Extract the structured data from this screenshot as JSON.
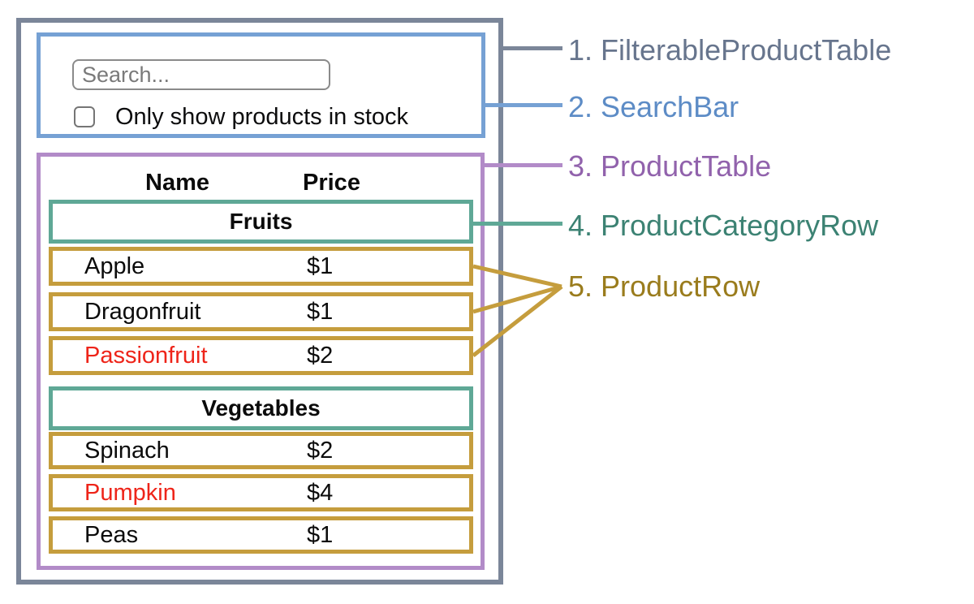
{
  "search_bar": {
    "search_placeholder": "Search...",
    "checkbox_label": "Only show products in stock",
    "checkbox_checked": false
  },
  "table": {
    "headers": {
      "name": "Name",
      "price": "Price"
    },
    "sections": [
      {
        "category": "Fruits",
        "rows": [
          {
            "name": "Apple",
            "price": "$1",
            "out_of_stock": false
          },
          {
            "name": "Dragonfruit",
            "price": "$1",
            "out_of_stock": false
          },
          {
            "name": "Passionfruit",
            "price": "$2",
            "out_of_stock": true
          }
        ]
      },
      {
        "category": "Vegetables",
        "rows": [
          {
            "name": "Spinach",
            "price": "$2",
            "out_of_stock": false
          },
          {
            "name": "Pumpkin",
            "price": "$4",
            "out_of_stock": true
          },
          {
            "name": "Peas",
            "price": "$1",
            "out_of_stock": false
          }
        ]
      }
    ]
  },
  "legend": [
    {
      "text": "1. FilterableProductTable",
      "color": "#67758d"
    },
    {
      "text": "2. SearchBar",
      "color": "#5d8cc6"
    },
    {
      "text": "3. ProductTable",
      "color": "#9162ac"
    },
    {
      "text": "4. ProductCategoryRow",
      "color": "#3c8273"
    },
    {
      "text": "5. ProductRow",
      "color": "#9a7c1d"
    }
  ],
  "colors": {
    "filterable_product_table_border": "#7b8699",
    "search_bar_border": "#76a1d4",
    "product_table_border": "#b28bc8",
    "product_category_row_border": "#5fa896",
    "product_row_border": "#c59d3d",
    "out_of_stock_text": "#ee2419"
  }
}
